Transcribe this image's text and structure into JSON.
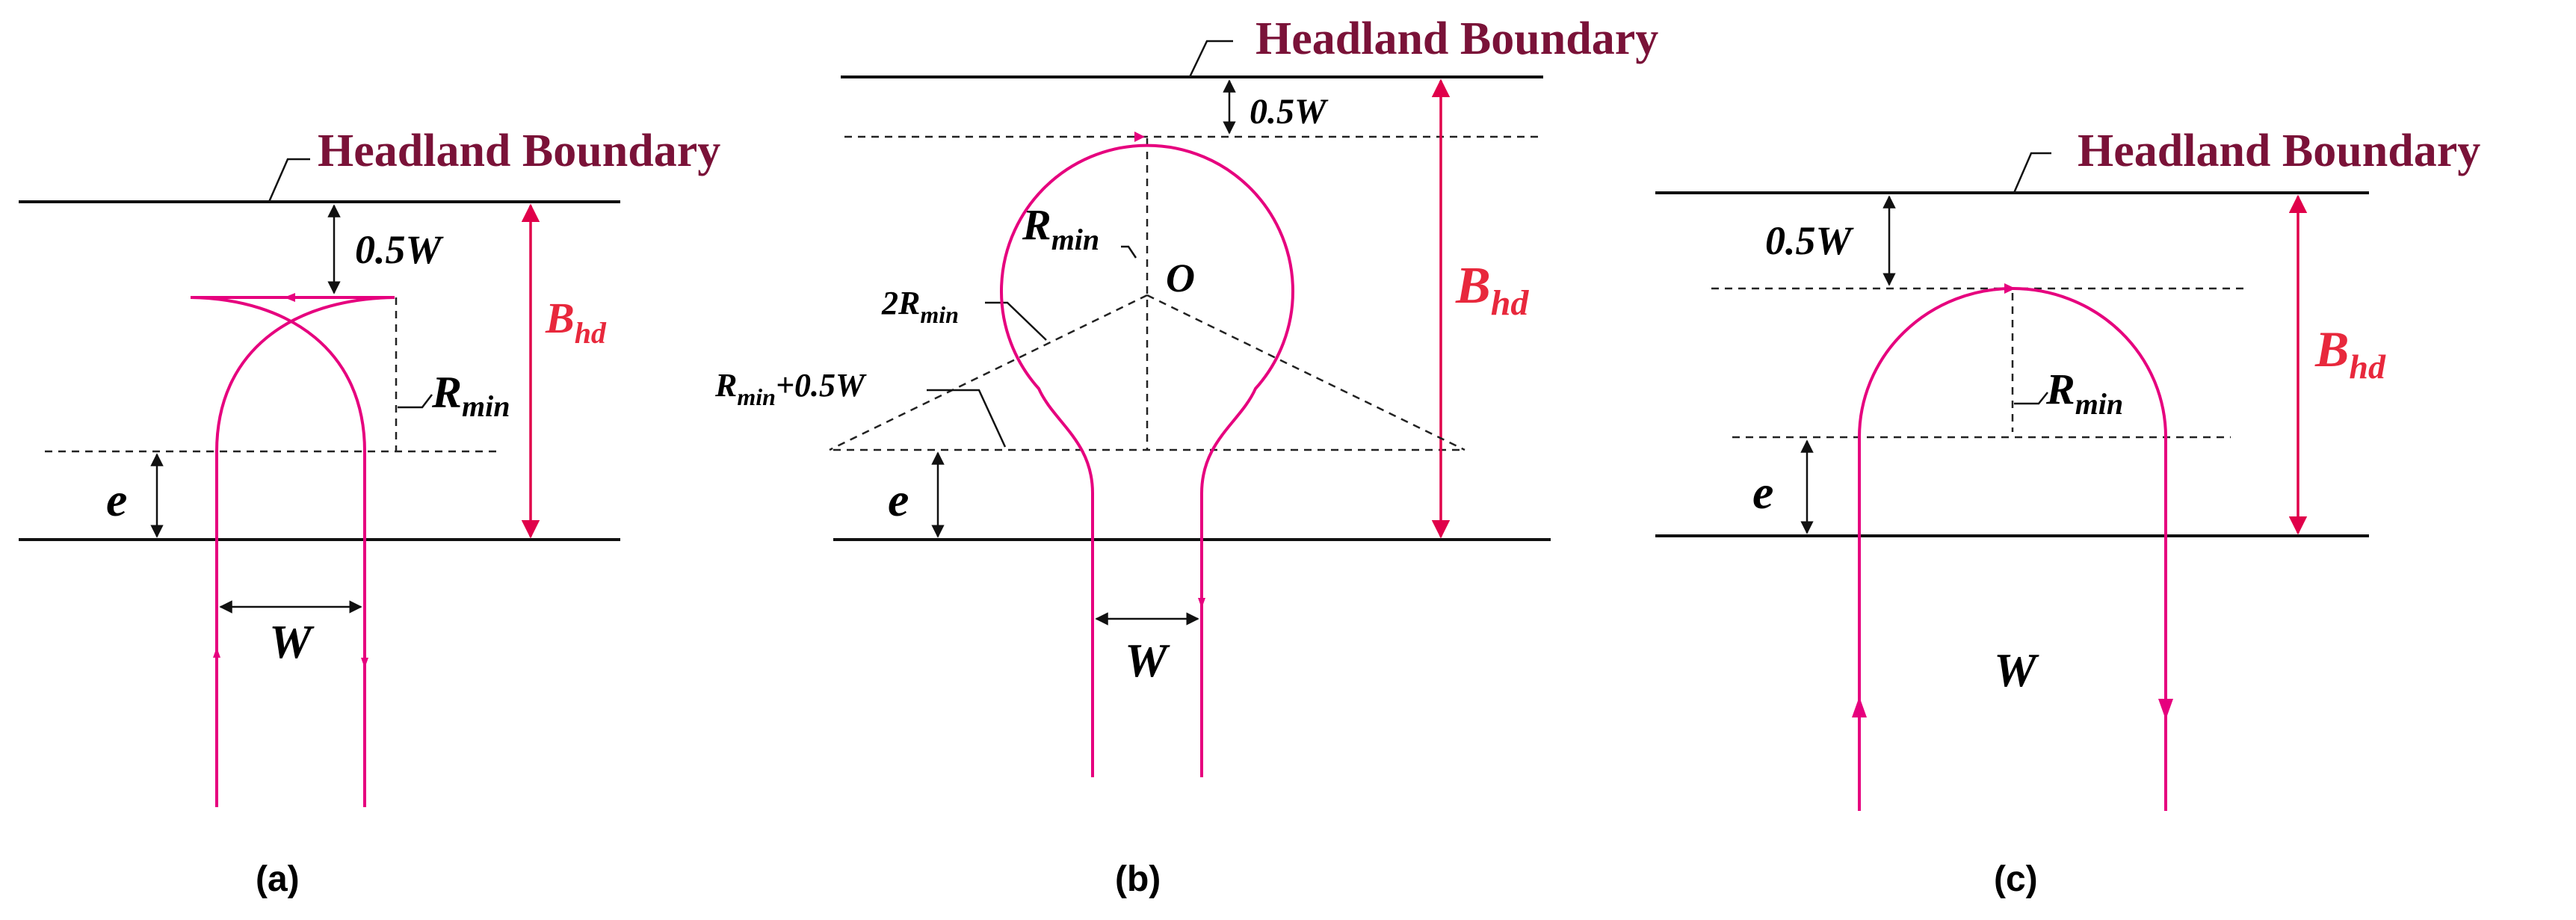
{
  "panels": [
    {
      "id": "a",
      "boundary_label": "Headland Boundary",
      "half_width_label": "0.5W",
      "height_label_base": "B",
      "height_label_sub": "hd",
      "radius_label_base": "R",
      "radius_label_sub": "min",
      "offset_label": "e",
      "width_label": "W",
      "caption": "(a)"
    },
    {
      "id": "b",
      "boundary_label": "Headland Boundary",
      "half_width_label": "0.5W",
      "height_label_base": "B",
      "height_label_sub": "hd",
      "radius_label_base": "R",
      "radius_label_sub": "min",
      "center_label": "O",
      "two_r_prefix": "2R",
      "two_r_sub": "min",
      "r_plus_base": "R",
      "r_plus_sub": "min",
      "r_plus_suffix": "+0.5W",
      "offset_label": "e",
      "width_label": "W",
      "caption": "(b)"
    },
    {
      "id": "c",
      "boundary_label": "Headland Boundary",
      "half_width_label": "0.5W",
      "height_label_base": "B",
      "height_label_sub": "hd",
      "radius_label_base": "R",
      "radius_label_sub": "min",
      "offset_label": "e",
      "width_label": "W",
      "caption": "(c)"
    }
  ],
  "colors": {
    "path": "#e6007e",
    "title": "#7a1238",
    "height_label": "#e8283c",
    "lines": "#111111"
  }
}
